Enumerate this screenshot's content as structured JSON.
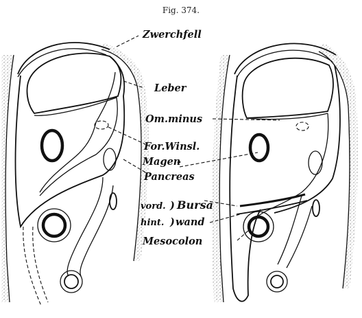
{
  "figure": {
    "title": "Fig. 374."
  },
  "labels": {
    "zwerchfell": "Zwerchfell",
    "leber": "Leber",
    "om_minus": "Om.minus",
    "for_winsl": "For.Winsl.",
    "magen": "Magen",
    "pancreas": "Pancreas",
    "vord": "vord.",
    "bursa": "Bursa",
    "hint": "hint.",
    "wand": "wand",
    "mesocolon": "Mesocolon"
  },
  "colors": {
    "ink": "#111111",
    "stipple": "#9a9a9a",
    "paper": "#ffffff"
  }
}
